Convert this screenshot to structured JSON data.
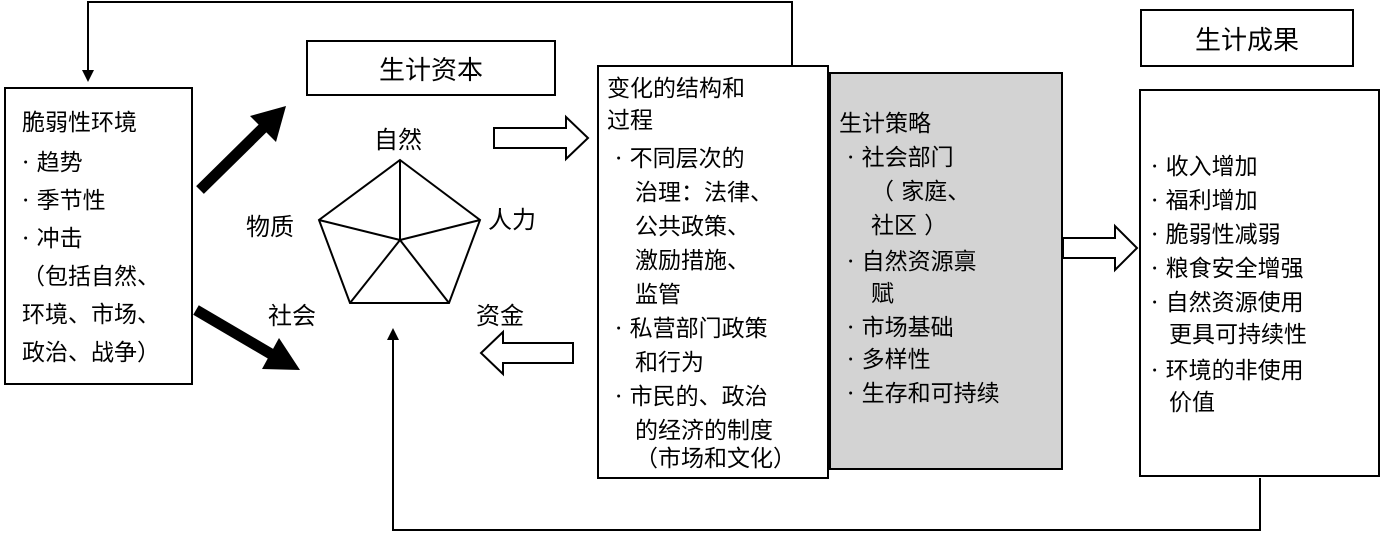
{
  "vulnerability": {
    "title": "脆弱性环境",
    "lines": [
      "· 趋势",
      "· 季节性",
      "· 冲击",
      "（包括自然、",
      "环境、市场、",
      "政治、战争）"
    ]
  },
  "capital": {
    "title": "生计资本",
    "labels": {
      "natural": "自然",
      "human": "人力",
      "financial": "资金",
      "social": "社会",
      "physical": "物质"
    }
  },
  "structures": {
    "title_lines": [
      "变化的结构和",
      "过程"
    ],
    "lines": [
      "· 不同层次的",
      "治理：法律、",
      "公共政策、",
      "激励措施、",
      "监管",
      "· 私营部门政策",
      "和行为",
      "· 市民的、政治",
      "的经济的制度",
      "（市场和文化）"
    ]
  },
  "strategies": {
    "title": "生计策略",
    "lines": [
      "· 社会部门",
      "（ 家庭、",
      "社区 ）",
      "· 自然资源禀",
      "赋",
      "· 市场基础",
      "· 多样性",
      "· 生存和可持续"
    ],
    "fill_color": "#d3d3d3"
  },
  "outcomes": {
    "title": "生计成果",
    "lines": [
      "· 收入增加",
      "· 福利增加",
      "· 脆弱性减弱",
      "· 粮食安全增强",
      "· 自然资源使用",
      "更具可持续性",
      "· 环境的非使用",
      "价值"
    ]
  }
}
